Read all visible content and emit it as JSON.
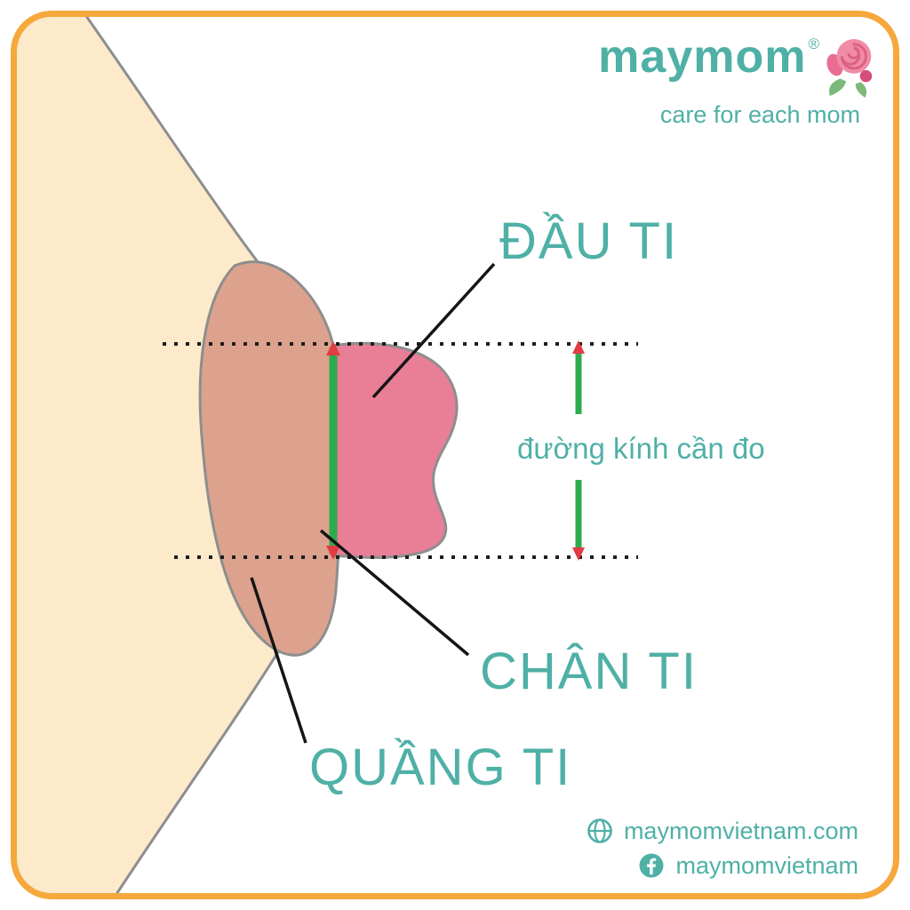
{
  "brand": {
    "logo_text": "maymom",
    "registered": "®",
    "tagline": "care for each mom"
  },
  "labels": {
    "nipple_tip": "ĐẦU TI",
    "diameter": "đường kính cần đo",
    "nipple_base": "CHÂN TI",
    "areola": "QUẦNG TI"
  },
  "footer": {
    "website": "maymomvietnam.com",
    "facebook": "maymomvietnam"
  },
  "icons": {
    "flower": "flower-icon",
    "globe": "globe-icon",
    "facebook": "facebook-icon"
  },
  "colors": {
    "border_orange": "#F5A83C",
    "teal": "#4FB0A6",
    "breast_skin": "#FCEACB",
    "areola_tan": "#DCA28E",
    "nipple_pink": "#E97E97",
    "green_line": "#2CAB4E",
    "red_arrow": "#E23B44",
    "outline_gray": "#8E8E8E"
  }
}
